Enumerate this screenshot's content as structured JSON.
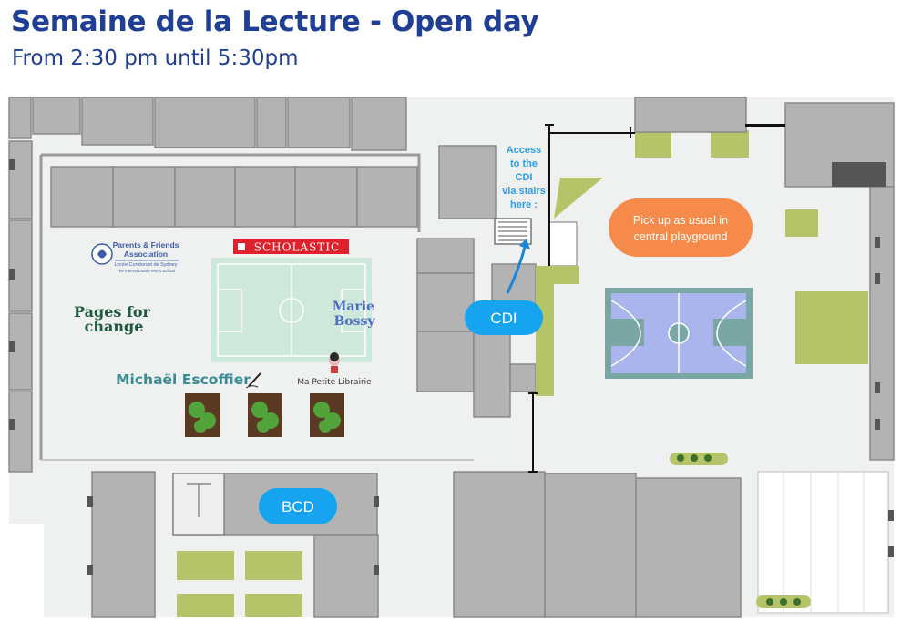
{
  "header": {
    "title": "Semaine de la Lecture - Open day",
    "subtitle": "From 2:30 pm until 5:30pm"
  },
  "map": {
    "access_note": [
      "Access",
      "to the",
      "CDI",
      "via stairs",
      "here :"
    ],
    "pickup_note": [
      "Pick up as usual in",
      "central playground"
    ],
    "rooms": {
      "cdi": "CDI",
      "bcd": "BCD"
    },
    "stalls": {
      "pfa_line1": "Parents & Friends",
      "pfa_line2": "Association",
      "pfa_line3": "Lycée Condorcet de Sydney",
      "pfa_line4": "The International French School",
      "scholastic": "SCHOLASTIC",
      "pages_line1": "Pages for",
      "pages_line2": "change",
      "marie_line1": "Marie",
      "marie_line2": "Bossy",
      "michael": "Michaël Escoffier",
      "librairie": "Ma Petite Librairie"
    },
    "colors": {
      "ground": "#eff1f1",
      "building": "#b3b3b3",
      "wall": "#8a8a8a",
      "lawn": "#b5c468",
      "field": "#cfe8dc",
      "court_blue": "#a9b5ec",
      "court_teal": "#7aa6a3",
      "room_tag": "#16a3f0",
      "pickup": "#f58a4a",
      "heading": "#1f3f94"
    }
  }
}
